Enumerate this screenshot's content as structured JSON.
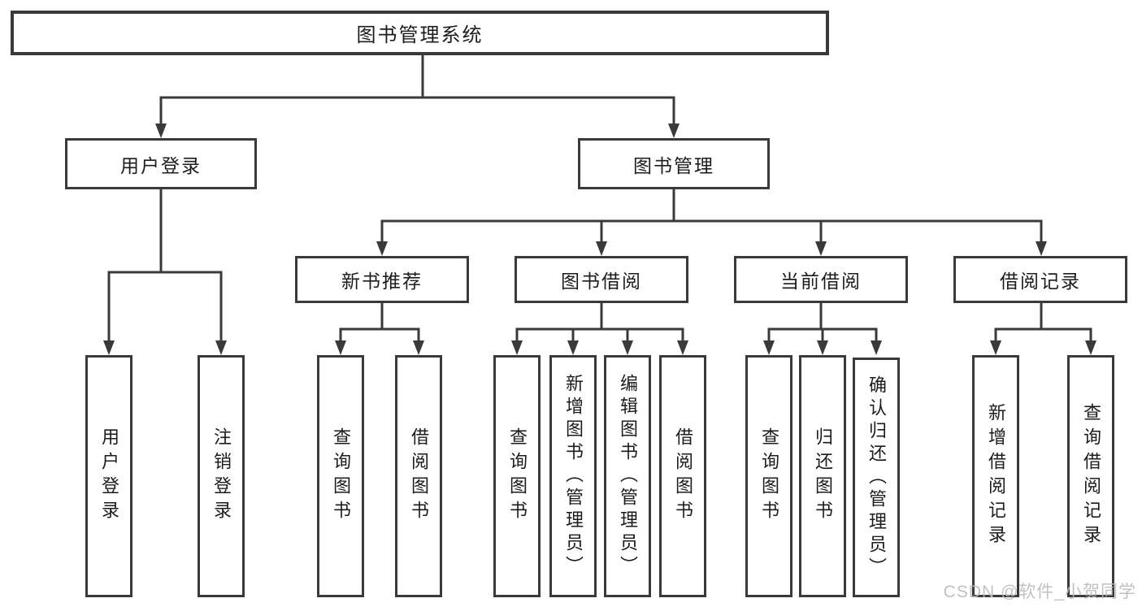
{
  "colors": {
    "line": "#3a3a3a",
    "box_border": "#3a3a3a",
    "box_fill": "#ffffff",
    "text": "#1c1c1c",
    "watermark": "#bababa",
    "background": "#ffffff"
  },
  "tree": {
    "root": "图书管理系统",
    "user_login": {
      "label": "用户登录",
      "leaves": [
        "用户登录",
        "注销登录"
      ]
    },
    "book_mgmt": {
      "label": "图书管理",
      "groups": [
        {
          "label": "新书推荐",
          "leaves": [
            "查询图书",
            "借阅图书"
          ]
        },
        {
          "label": "图书借阅",
          "leaves": [
            "查询图书",
            "新增图书（管理员）",
            "编辑图书（管理员）",
            "借阅图书"
          ]
        },
        {
          "label": "当前借阅",
          "leaves": [
            "查询图书",
            "归还图书",
            "确认归还（管理员）"
          ]
        },
        {
          "label": "借阅记录",
          "leaves": [
            "新增借阅记录",
            "查询借阅记录"
          ]
        }
      ]
    }
  },
  "watermark": "CSDN @软件_小贺同学"
}
